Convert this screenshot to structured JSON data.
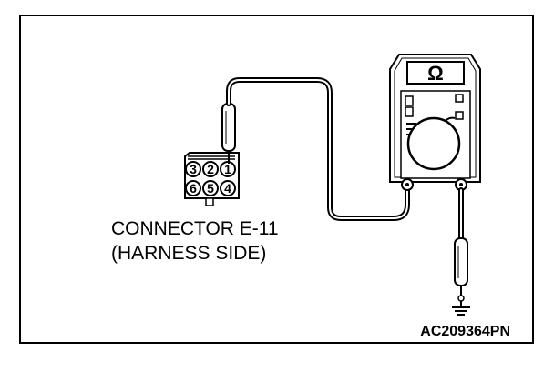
{
  "connector": {
    "title": "CONNECTOR E-11",
    "subtitle": "(HARNESS SIDE)",
    "pins_top": [
      "3",
      "2",
      "1"
    ],
    "pins_bottom": [
      "6",
      "5",
      "4"
    ]
  },
  "meter": {
    "display_symbol": "Ω"
  },
  "figure": {
    "code": "AC209364PN"
  },
  "colors": {
    "line": "#000000",
    "background": "#ffffff"
  },
  "icons": [
    "multimeter-icon",
    "ground-icon",
    "test-probe-icon",
    "connector-icon"
  ]
}
